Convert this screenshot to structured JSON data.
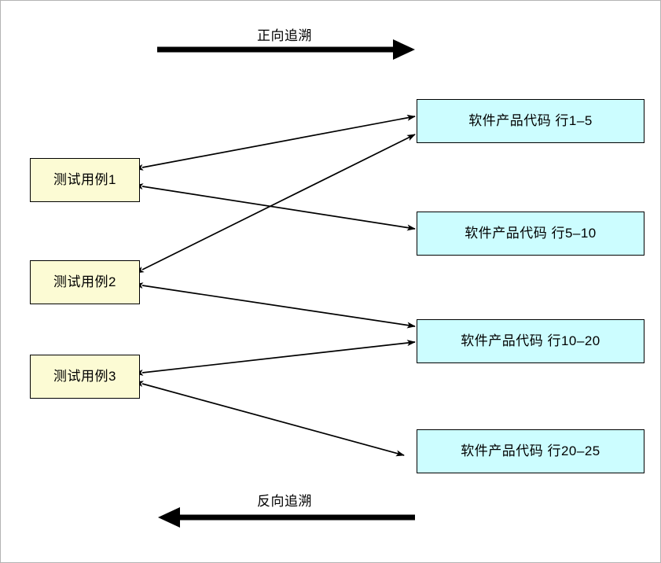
{
  "diagram": {
    "type": "traceability-matrix",
    "title_forward": "正向追溯",
    "title_backward": "反向追溯",
    "colors": {
      "test_case_fill": "#fcfbd4",
      "code_block_fill": "#ccfdff",
      "stroke": "#000000",
      "canvas_border": "#b4b4b4",
      "background": "#ffffff"
    },
    "test_cases": [
      {
        "id": "tc1",
        "label": "测试用例1"
      },
      {
        "id": "tc2",
        "label": "测试用例2"
      },
      {
        "id": "tc3",
        "label": "测试用例3"
      }
    ],
    "code_blocks": [
      {
        "id": "cb1",
        "label": "软件产品代码 行1–5"
      },
      {
        "id": "cb2",
        "label": "软件产品代码 行5–10"
      },
      {
        "id": "cb3",
        "label": "软件产品代码 行10–20"
      },
      {
        "id": "cb4",
        "label": "软件产品代码 行20–25"
      }
    ],
    "links": [
      {
        "from": "tc1",
        "to": "cb1",
        "bidirectional": true
      },
      {
        "from": "tc1",
        "to": "cb2",
        "bidirectional": true
      },
      {
        "from": "tc2",
        "to": "cb1",
        "bidirectional": true
      },
      {
        "from": "tc2",
        "to": "cb3",
        "bidirectional": true
      },
      {
        "from": "tc3",
        "to": "cb3",
        "bidirectional": true
      },
      {
        "from": "tc3",
        "to": "cb4",
        "bidirectional": true
      }
    ],
    "band_arrows": [
      {
        "id": "forward",
        "direction": "right",
        "label": "正向追溯"
      },
      {
        "id": "backward",
        "direction": "left",
        "label": "反向追溯"
      }
    ]
  }
}
